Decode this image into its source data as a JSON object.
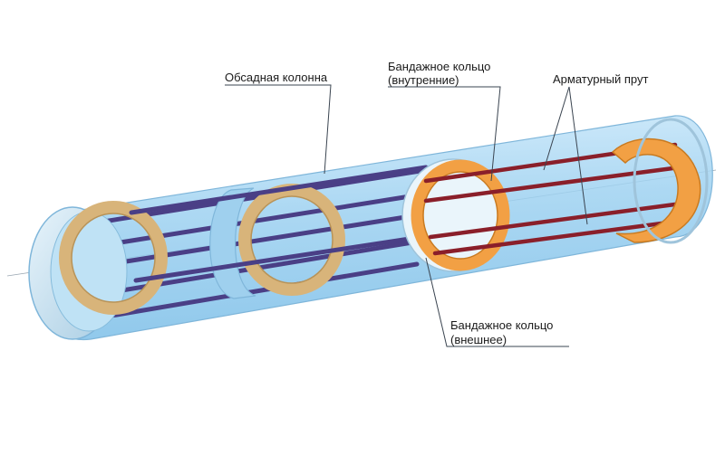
{
  "labels": {
    "casing": "Обсадная колонна",
    "inner_ring_line1": "Бандажное кольцо",
    "inner_ring_line2": "(внутренние)",
    "rebar": "Арматурный прут",
    "outer_ring_line1": "Бандажное кольцо",
    "outer_ring_line2": "(внешнее)"
  },
  "colors": {
    "casing_fill": "#a9d8f3",
    "casing_edge": "#7fb6da",
    "rebar_blue": "#4a3f86",
    "rebar_red": "#8a1f2a",
    "ring_tan": "#d8b47a",
    "ring_orange": "#f2a044",
    "leader": "#3a4450"
  }
}
